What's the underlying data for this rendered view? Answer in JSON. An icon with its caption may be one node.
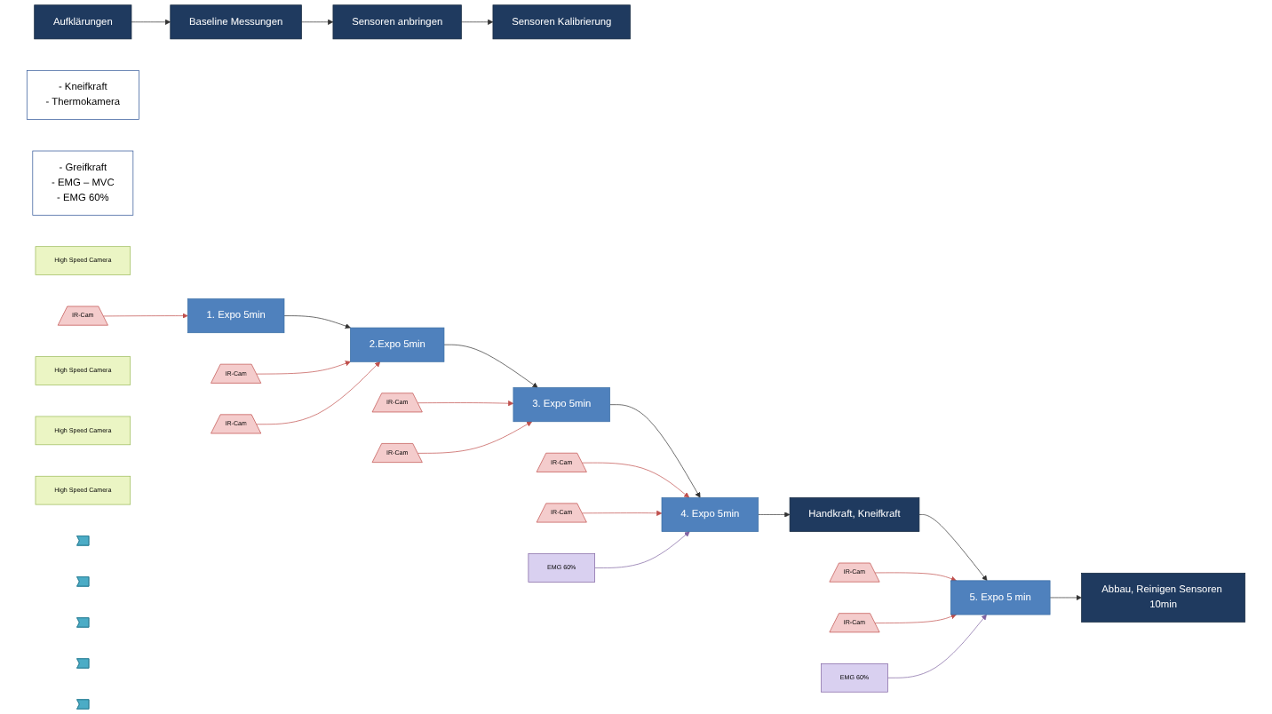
{
  "diagram": {
    "nodes": [
      {
        "text": [
          "Aufklärungen"
        ]
      },
      {
        "text": [
          "Baseline Messungen"
        ]
      },
      {
        "text": [
          "Sensoren anbringen"
        ]
      },
      {
        "text": [
          "Sensoren Kalibrierung"
        ]
      },
      {
        "text": [
          "- Kneifkraft",
          "- Thermokamera"
        ]
      },
      {
        "text": [
          "- Greifkraft",
          "- EMG – MVC",
          "- EMG 60%"
        ]
      },
      {
        "text": [
          "High Speed Camera"
        ]
      },
      {
        "text": [
          "IR-Cam"
        ]
      },
      {
        "text": [
          "IR-Cam"
        ]
      },
      {
        "text": [
          "High Speed Camera"
        ]
      },
      {
        "text": [
          "IR-Cam"
        ]
      },
      {
        "text": [
          "IR-Cam"
        ]
      },
      {
        "text": [
          "High Speed Camera"
        ]
      },
      {
        "text": [
          "IR-Cam"
        ]
      },
      {
        "text": [
          "IR-Cam"
        ]
      },
      {
        "text": [
          "High Speed Camera"
        ]
      },
      {
        "text": [
          "IR-Cam"
        ]
      },
      {
        "text": [
          "IR-Cam"
        ]
      },
      {
        "text": [
          "IR-Cam"
        ]
      },
      {
        "text": [
          "1. Expo 5min"
        ]
      },
      {
        "text": [
          "2.Expo 5min"
        ]
      },
      {
        "text": [
          "3. Expo 5min"
        ]
      },
      {
        "text": [
          "4. Expo 5min"
        ]
      },
      {
        "text": [
          "Handkraft, Kneifkraft"
        ]
      },
      {
        "text": [
          "5. Expo 5 min"
        ]
      },
      {
        "text": [
          "Abbau, Reinigen Sensoren 10min"
        ]
      },
      {
        "text": [],
        "shape": "arrow"
      },
      {
        "text": [],
        "shape": "arrow"
      },
      {
        "text": [],
        "shape": "arrow"
      },
      {
        "text": [
          "EMG 60%"
        ]
      },
      {
        "text": [],
        "shape": "arrow"
      },
      {
        "text": [
          "EMG 60%"
        ]
      },
      {
        "text": [],
        "shape": "arrow"
      }
    ],
    "edges": [
      {
        "from": 0,
        "to": 1,
        "arrow": "to"
      },
      {
        "from": 1,
        "to": 2,
        "arrow": "to"
      },
      {
        "from": 2,
        "to": 3,
        "arrow": "to"
      },
      {
        "from": 19,
        "to": 20,
        "arrow": "to"
      },
      {
        "from": 20,
        "to": 21,
        "arrow": "to"
      },
      {
        "from": 21,
        "to": 22,
        "arrow": "to"
      },
      {
        "from": 22,
        "to": 23,
        "arrow": "to"
      },
      {
        "from": 23,
        "to": 24,
        "arrow": "to"
      },
      {
        "from": 24,
        "to": 25,
        "arrow": "to"
      },
      {
        "from": 7,
        "to": 19,
        "arrow": "to",
        "color": "#c0504d"
      },
      {
        "from": 8,
        "to": 20,
        "arrow": "to",
        "color": "#c0504d"
      },
      {
        "from": 10,
        "to": 20,
        "arrow": "to",
        "color": "#c0504d"
      },
      {
        "from": 11,
        "to": 21,
        "arrow": "to",
        "color": "#c0504d"
      },
      {
        "from": 13,
        "to": 21,
        "arrow": "to",
        "color": "#c0504d"
      },
      {
        "from": 14,
        "to": 22,
        "arrow": "to",
        "color": "#c0504d"
      },
      {
        "from": 16,
        "to": 22,
        "arrow": "to",
        "color": "#c0504d"
      },
      {
        "from": 17,
        "to": 24,
        "arrow": "to",
        "color": "#c0504d"
      },
      {
        "from": 18,
        "to": 24,
        "arrow": "to",
        "color": "#c0504d"
      },
      {
        "from": 29,
        "to": 22,
        "arrow": "to",
        "color": "#8064a2"
      },
      {
        "from": 31,
        "to": 24,
        "arrow": "to",
        "color": "#8064a2"
      }
    ]
  }
}
